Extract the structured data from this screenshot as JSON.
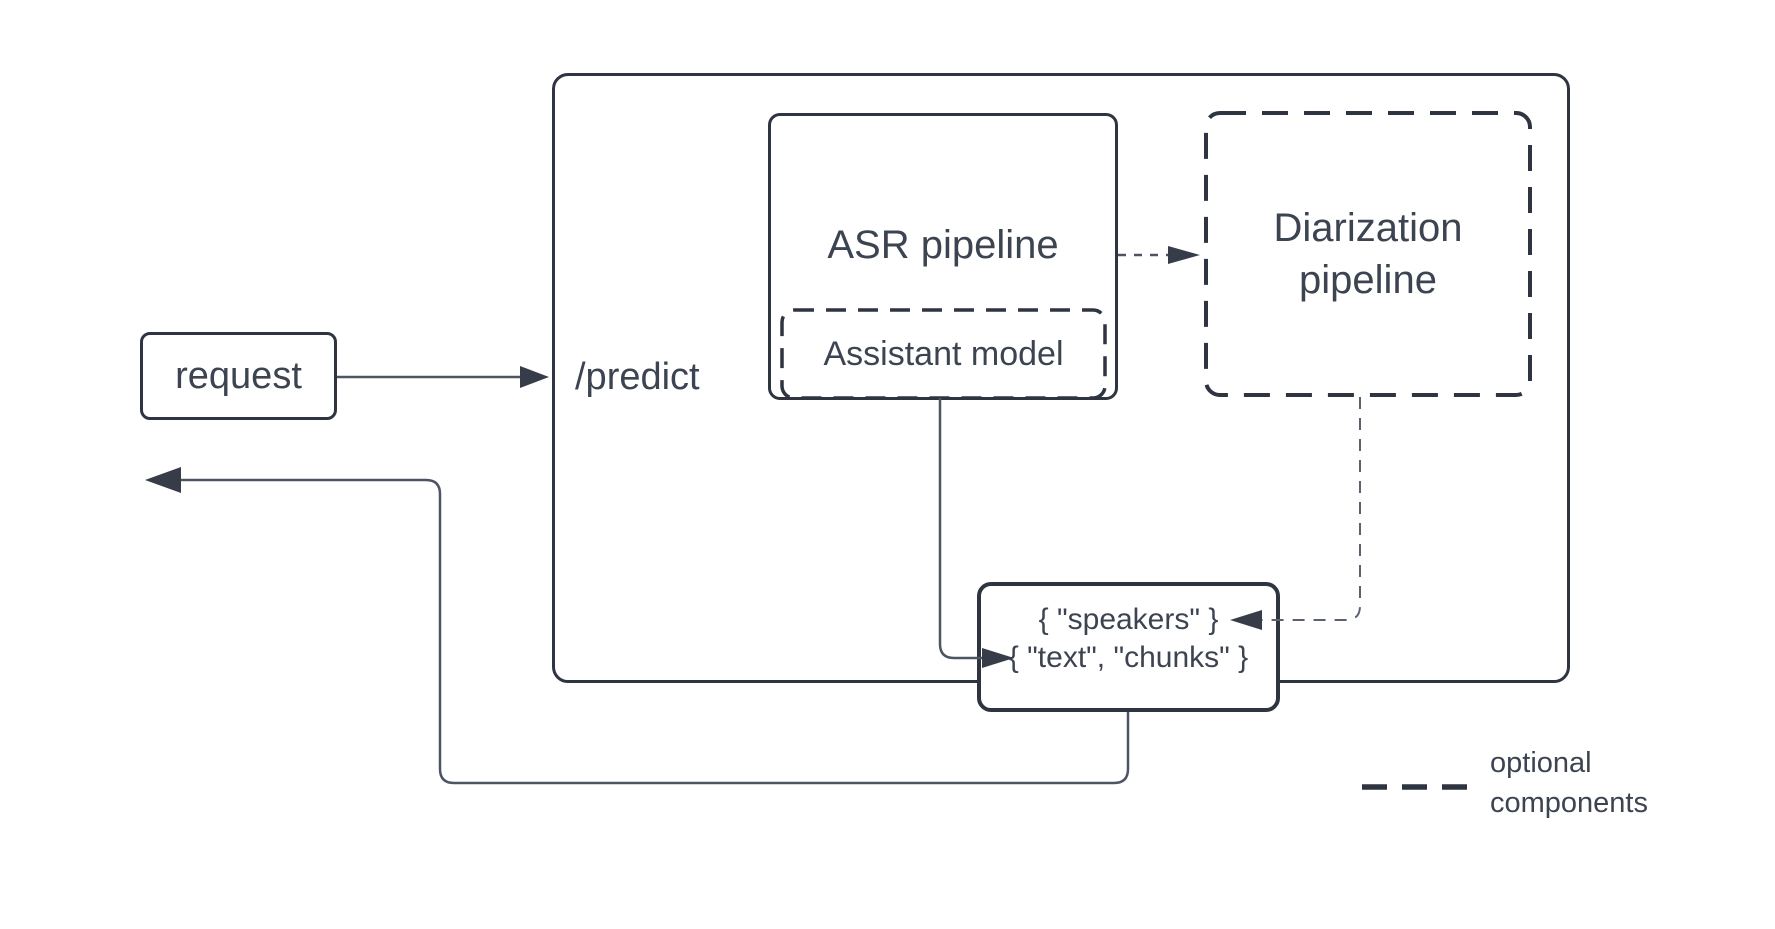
{
  "diagram": {
    "request": {
      "label": "request"
    },
    "predict_container": {
      "label": "/predict"
    },
    "asr_pipeline": {
      "label": "ASR pipeline"
    },
    "assistant_model": {
      "label": "Assistant model"
    },
    "diarization_pipeline": {
      "lines": [
        "Diarization",
        "pipeline"
      ]
    },
    "output": {
      "lines": [
        "{ \"speakers\" }",
        "{ \"text\", \"chunks\" }"
      ]
    },
    "legend": {
      "lines": [
        "optional",
        "components"
      ]
    }
  },
  "colors": {
    "ink": "#2e3440",
    "text": "#3d4451",
    "line": "#4d5563",
    "background": "#ffffff"
  }
}
